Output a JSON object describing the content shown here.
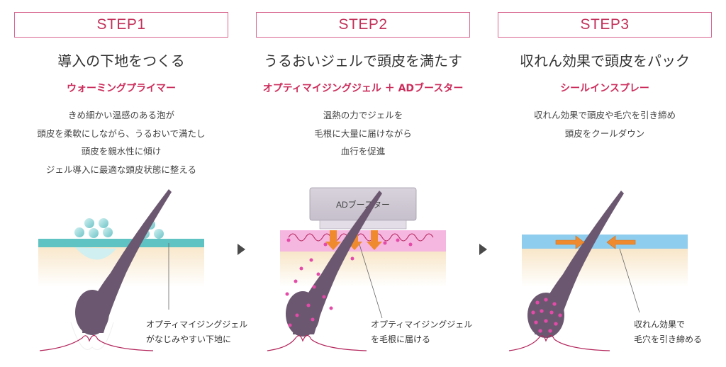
{
  "steps": [
    {
      "step": "STEP1",
      "title": "導入の下地をつくる",
      "product": "ウォーミングプライマー",
      "desc": [
        "きめ細かい温感のある泡が",
        "頭皮を柔軟にしながら、うるおいで満たし",
        "頭皮を親水性に傾け",
        "ジェル導入に最適な頭皮状態に整える"
      ],
      "callout": [
        "オプティマイジングジェル",
        "がなじみやすい下地に"
      ]
    },
    {
      "step": "STEP2",
      "title": "うるおいジェルで頭皮を満たす",
      "product": "オプティマイジングジェル ＋ ADブースター",
      "desc": [
        "温熱の力でジェルを",
        "毛根に大量に届けながら",
        "血行を促進"
      ],
      "device_label": "ADブースター",
      "callout": [
        "オプティマイジングジェル",
        "を毛根に届ける"
      ]
    },
    {
      "step": "STEP3",
      "title": "収れん効果で頭皮をパック",
      "product": "シールインスプレー",
      "desc": [
        "収れん効果で頭皮や毛穴を引き締め",
        "頭皮をクールダウン"
      ],
      "callout": [
        "収れん効果で",
        "毛穴を引き締める"
      ]
    }
  ],
  "colors": {
    "accent": "#c2315a",
    "foam": "#8fd3d6",
    "gel_pink": "#f2a7d6",
    "blue_layer": "#8fcdee",
    "arrow_orange": "#ef8a2e",
    "hair": "#6b5870",
    "skin": "#fbeedd"
  },
  "icons": [
    "flow-arrow-icon",
    "flow-arrow-icon"
  ]
}
